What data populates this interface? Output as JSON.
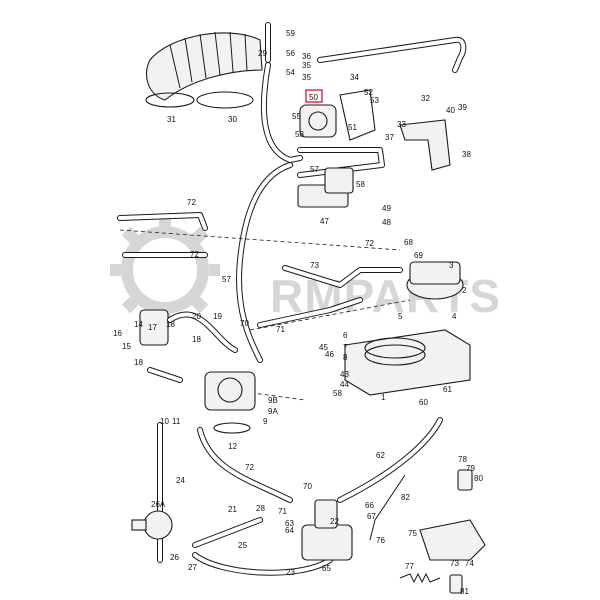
{
  "watermark": {
    "text": "RMPARTS",
    "color": "#b5b5b5"
  },
  "highlight": {
    "label": "50",
    "color": "#d0021b"
  },
  "callouts": [
    "59",
    "29",
    "56",
    "54",
    "36",
    "35",
    "35",
    "34",
    "31",
    "30",
    "50",
    "53",
    "52",
    "32",
    "55",
    "51",
    "39",
    "40",
    "33",
    "37",
    "38",
    "58",
    "57",
    "58",
    "49",
    "48",
    "47",
    "72",
    "72",
    "73",
    "72",
    "68",
    "69",
    "3",
    "2",
    "5",
    "4",
    "57",
    "14",
    "20",
    "19",
    "16",
    "17",
    "18",
    "18",
    "18",
    "15",
    "70",
    "71",
    "6",
    "7",
    "8",
    "45",
    "46",
    "44",
    "43",
    "58",
    "1",
    "61",
    "60",
    "10",
    "11",
    "9B",
    "9A",
    "9",
    "12",
    "62",
    "72",
    "70",
    "71",
    "63",
    "64",
    "22",
    "66",
    "67",
    "82",
    "78",
    "79",
    "80",
    "75",
    "76",
    "24",
    "26A",
    "21",
    "28",
    "25",
    "26",
    "27",
    "23",
    "65",
    "77",
    "73",
    "74",
    "81"
  ]
}
